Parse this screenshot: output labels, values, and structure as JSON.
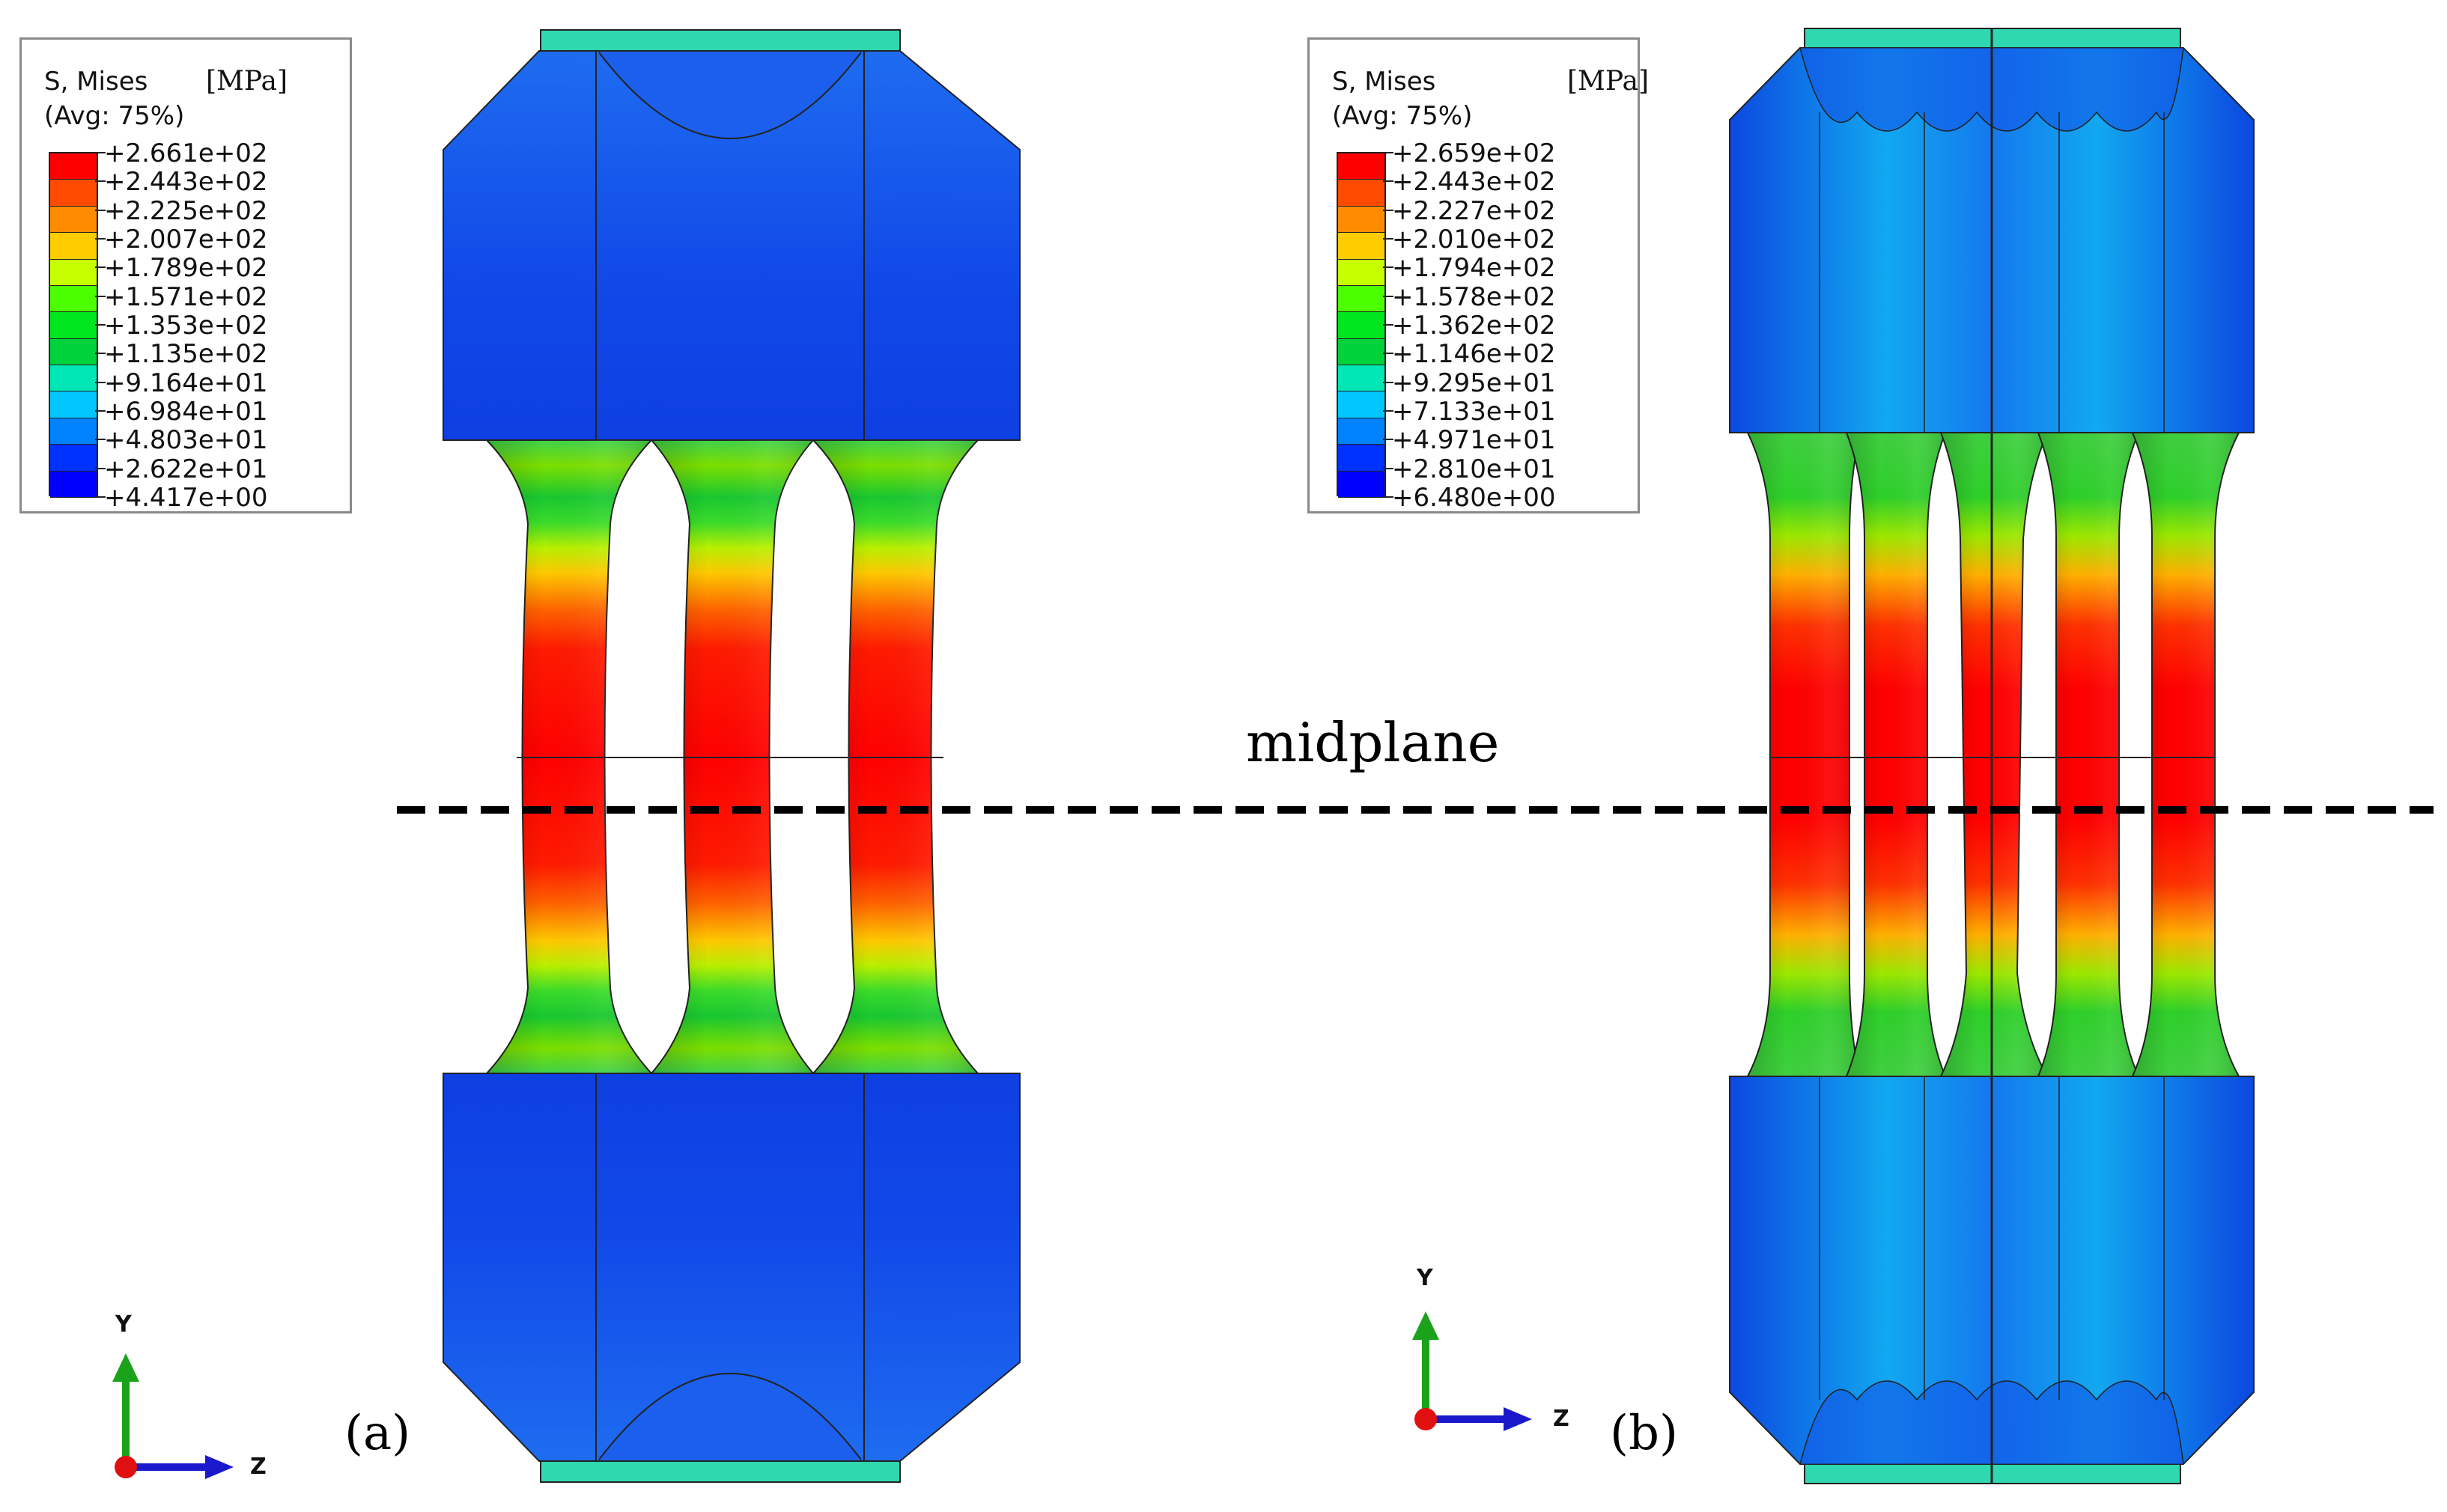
{
  "panels": [
    {
      "id": "a",
      "caption": "(a)",
      "legend": {
        "title_line1": "S, Mises",
        "title_line2": "(Avg: 75%)",
        "unit": "[MPa]",
        "values": [
          "+2.661e+02",
          "+2.443e+02",
          "+2.225e+02",
          "+2.007e+02",
          "+1.789e+02",
          "+1.571e+02",
          "+1.353e+02",
          "+1.135e+02",
          "+9.164e+01",
          "+6.984e+01",
          "+4.803e+01",
          "+2.622e+01",
          "+4.417e+00"
        ]
      },
      "triad": {
        "y_label": "Y",
        "z_label": "Z"
      }
    },
    {
      "id": "b",
      "caption": "(b)",
      "legend": {
        "title_line1": "S, Mises",
        "title_line2": "(Avg: 75%)",
        "unit": "[MPa]",
        "values": [
          "+2.659e+02",
          "+2.443e+02",
          "+2.227e+02",
          "+2.010e+02",
          "+1.794e+02",
          "+1.578e+02",
          "+1.362e+02",
          "+1.146e+02",
          "+9.295e+01",
          "+7.133e+01",
          "+4.971e+01",
          "+2.810e+01",
          "+6.480e+00"
        ]
      },
      "triad": {
        "y_label": "Y",
        "z_label": "Z"
      }
    }
  ],
  "midplane_label": "midplane",
  "colors": {
    "contour": [
      "#ff0000",
      "#ff4a00",
      "#ff8c00",
      "#ffcc00",
      "#c8ff00",
      "#4cff00",
      "#00e61e",
      "#00d23c",
      "#00e6b4",
      "#00c8ff",
      "#0082ff",
      "#0032ff",
      "#0000ff"
    ],
    "background": "#ffffff",
    "dashed_line": "#000000",
    "triad_y": "#1aa31a",
    "triad_z": "#1a1acc",
    "triad_origin": "#e01010"
  }
}
